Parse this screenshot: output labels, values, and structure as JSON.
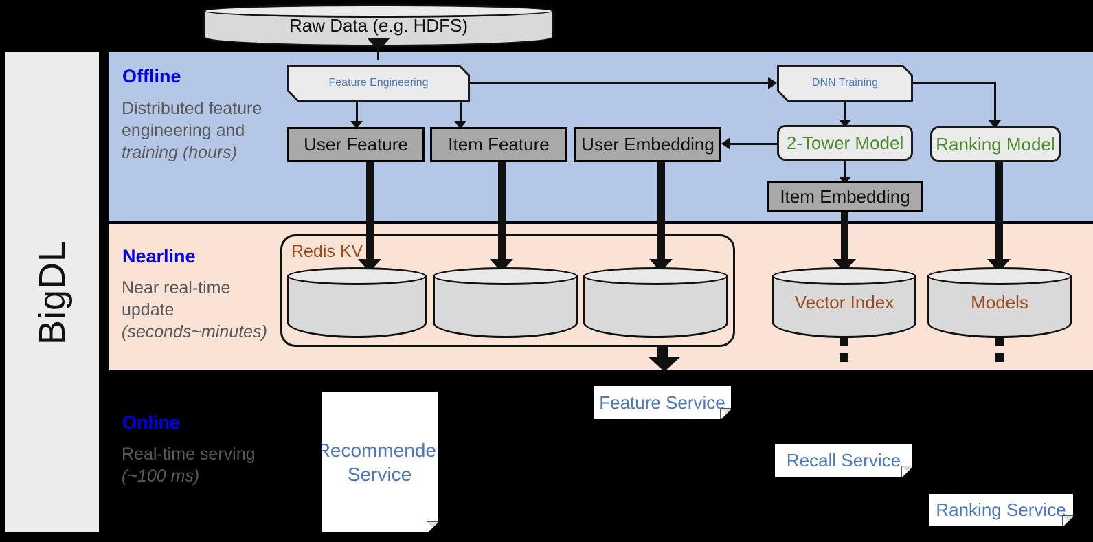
{
  "framework": {
    "name": "BigDL"
  },
  "source": {
    "label": "Raw Data (e.g. HDFS)"
  },
  "bands": {
    "offline": {
      "title": "Offline",
      "description": "Distributed feature engineering and",
      "description_italic": "training (hours)"
    },
    "nearline": {
      "title": "Nearline",
      "description": "Near real-time update",
      "description_italic": "(seconds~minutes)"
    },
    "online": {
      "title": "Online",
      "description": "Real-time serving",
      "description_italic": "(~100 ms)"
    }
  },
  "offline_nodes": {
    "feature_engineering": "Feature Engineering",
    "dnn_training": "DNN Training",
    "user_feature": "User Feature",
    "item_feature": "Item Feature",
    "user_embedding": "User Embedding",
    "two_tower_model": "2-Tower Model",
    "ranking_model": "Ranking Model",
    "item_embedding": "Item Embedding"
  },
  "nearline_nodes": {
    "redis_kv": "Redis KV",
    "store_user_feature": "",
    "store_item_feature": "",
    "store_user_embedding": "",
    "vector_index": "Vector Index",
    "models": "Models"
  },
  "online_nodes": {
    "recommender_service": "Recommender Service",
    "feature_service": "Feature Service",
    "recall_service": "Recall Service",
    "ranking_service": "Ranking Service"
  },
  "colors": {
    "offline_band": "#b4c7e7",
    "nearline_band": "#fae3d5",
    "online_band": "#000000",
    "band_title": "#0000ee",
    "band_desc": "#59595c",
    "blue_text": "#4a77c4",
    "green_text": "#4c8b2b",
    "brown_text": "#9c4a1a",
    "gray_fill": "#a8a8a8",
    "process_fill": "#ebebeb",
    "cylinder_fill": "#d9d9d9",
    "rail_fill": "#ececec"
  }
}
